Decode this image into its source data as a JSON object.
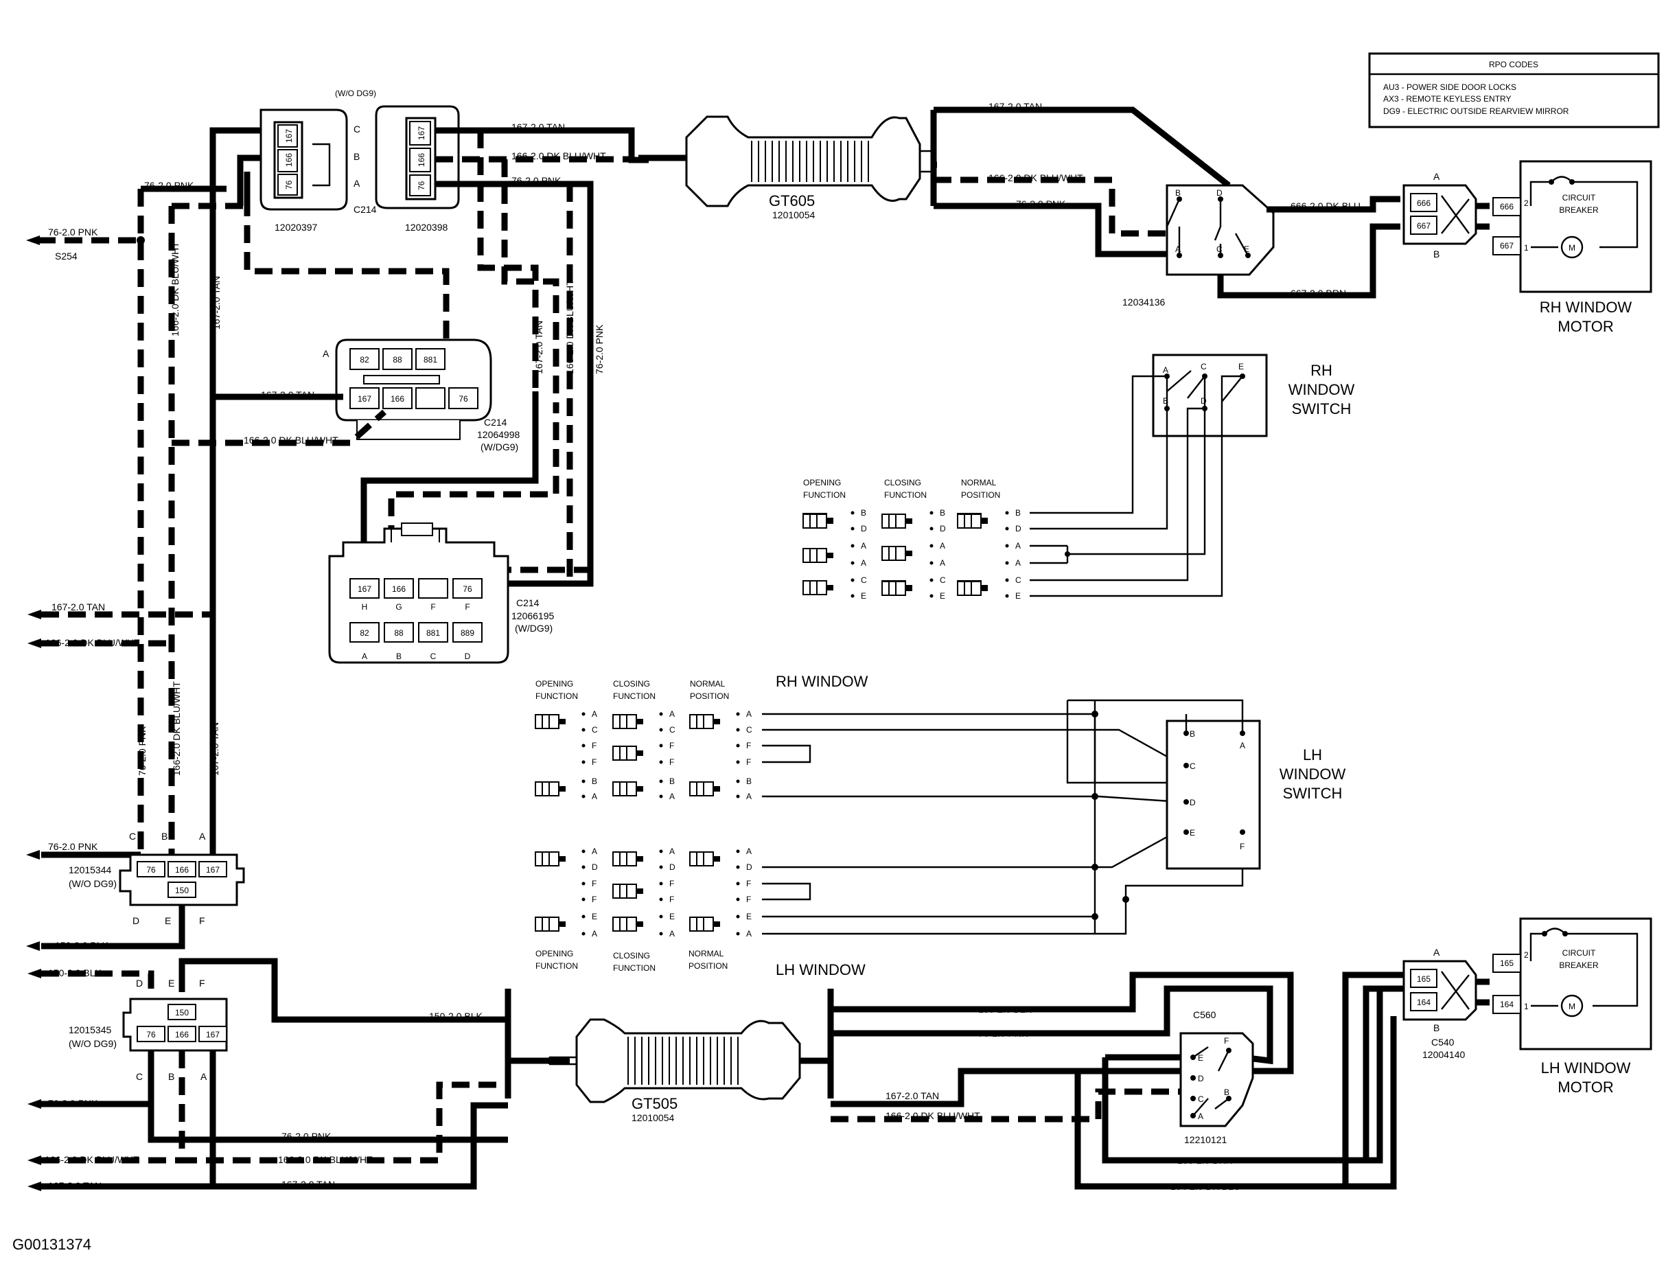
{
  "rpo_codes": {
    "title": "RPO CODES",
    "lines": [
      "AU3 - POWER SIDE DOOR LOCKS",
      "AX3 - REMOTE KEYLESS ENTRY",
      "DG9 - ELECTRIC OUTSIDE REARVIEW MIRROR"
    ]
  },
  "figure_id": "G00131374",
  "components": {
    "rh_motor": {
      "title1": "RH WINDOW",
      "title2": "MOTOR",
      "breaker1": "CIRCUIT",
      "breaker2": "BREAKER"
    },
    "lh_motor": {
      "title1": "LH WINDOW",
      "title2": "MOTOR",
      "breaker1": "CIRCUIT",
      "breaker2": "BREAKER"
    },
    "rh_switch": {
      "title1": "RH",
      "title2": "WINDOW",
      "title3": "SWITCH"
    },
    "lh_switch": {
      "title1": "LH",
      "title2": "WINDOW",
      "title3": "SWITCH"
    },
    "gt605": {
      "name": "GT605",
      "part": "12010054"
    },
    "gt505": {
      "name": "GT505",
      "part": "12010054"
    }
  },
  "connectors": {
    "c12020397": "12020397",
    "c12020398": "12020398",
    "wo_dg9": "(W/O DG9)",
    "c214_a": "C214",
    "c214_b": "C214",
    "c214_b_part": "12064998",
    "c214_b_opt": "(W/DG9)",
    "c214_c": "C214",
    "c214_c_part": "12066195",
    "c214_c_opt": "(W/DG9)",
    "c12034136": "12034136",
    "c12015344": "12015344",
    "c12015344_opt": "(W/O DG9)",
    "c12015345": "12015345",
    "c12015345_opt": "(W/O DG9)",
    "c560": "C560",
    "c12210121": "12210121",
    "c540": "C540",
    "c540_part": "12004140",
    "s254": "S254"
  },
  "wires": {
    "w76_pnk": "76-2.0 PNK",
    "w167_tan": "167-2.0 TAN",
    "w166_dkbluwht": "166-2.0 DK BLU/WHT",
    "w150_blk": "150-2.0 BLK",
    "w666_dkblu": "666-2.0 DK BLU",
    "w667_brn": "667-2.0 BRN",
    "w165_brn": "165-2.0 BRN",
    "w164_dkblu": "164-2.0 DK BLU"
  },
  "switch_tables": {
    "rh_window": "RH WINDOW",
    "lh_window": "LH WINDOW",
    "opening1": "OPENING",
    "opening2": "FUNCTION",
    "closing1": "CLOSING",
    "closing2": "FUNCTION",
    "normal1": "NORMAL",
    "normal2": "POSITION"
  },
  "pins": {
    "p76": "76",
    "p166": "166",
    "p167": "167",
    "p150": "150",
    "p82": "82",
    "p88": "88",
    "p881": "881",
    "p889": "889",
    "p666": "666",
    "p667": "667",
    "p165": "165",
    "p164": "164",
    "p1": "1",
    "p2": "2",
    "A": "A",
    "B": "B",
    "C": "C",
    "D": "D",
    "E": "E",
    "F": "F",
    "G": "G",
    "H": "H"
  }
}
